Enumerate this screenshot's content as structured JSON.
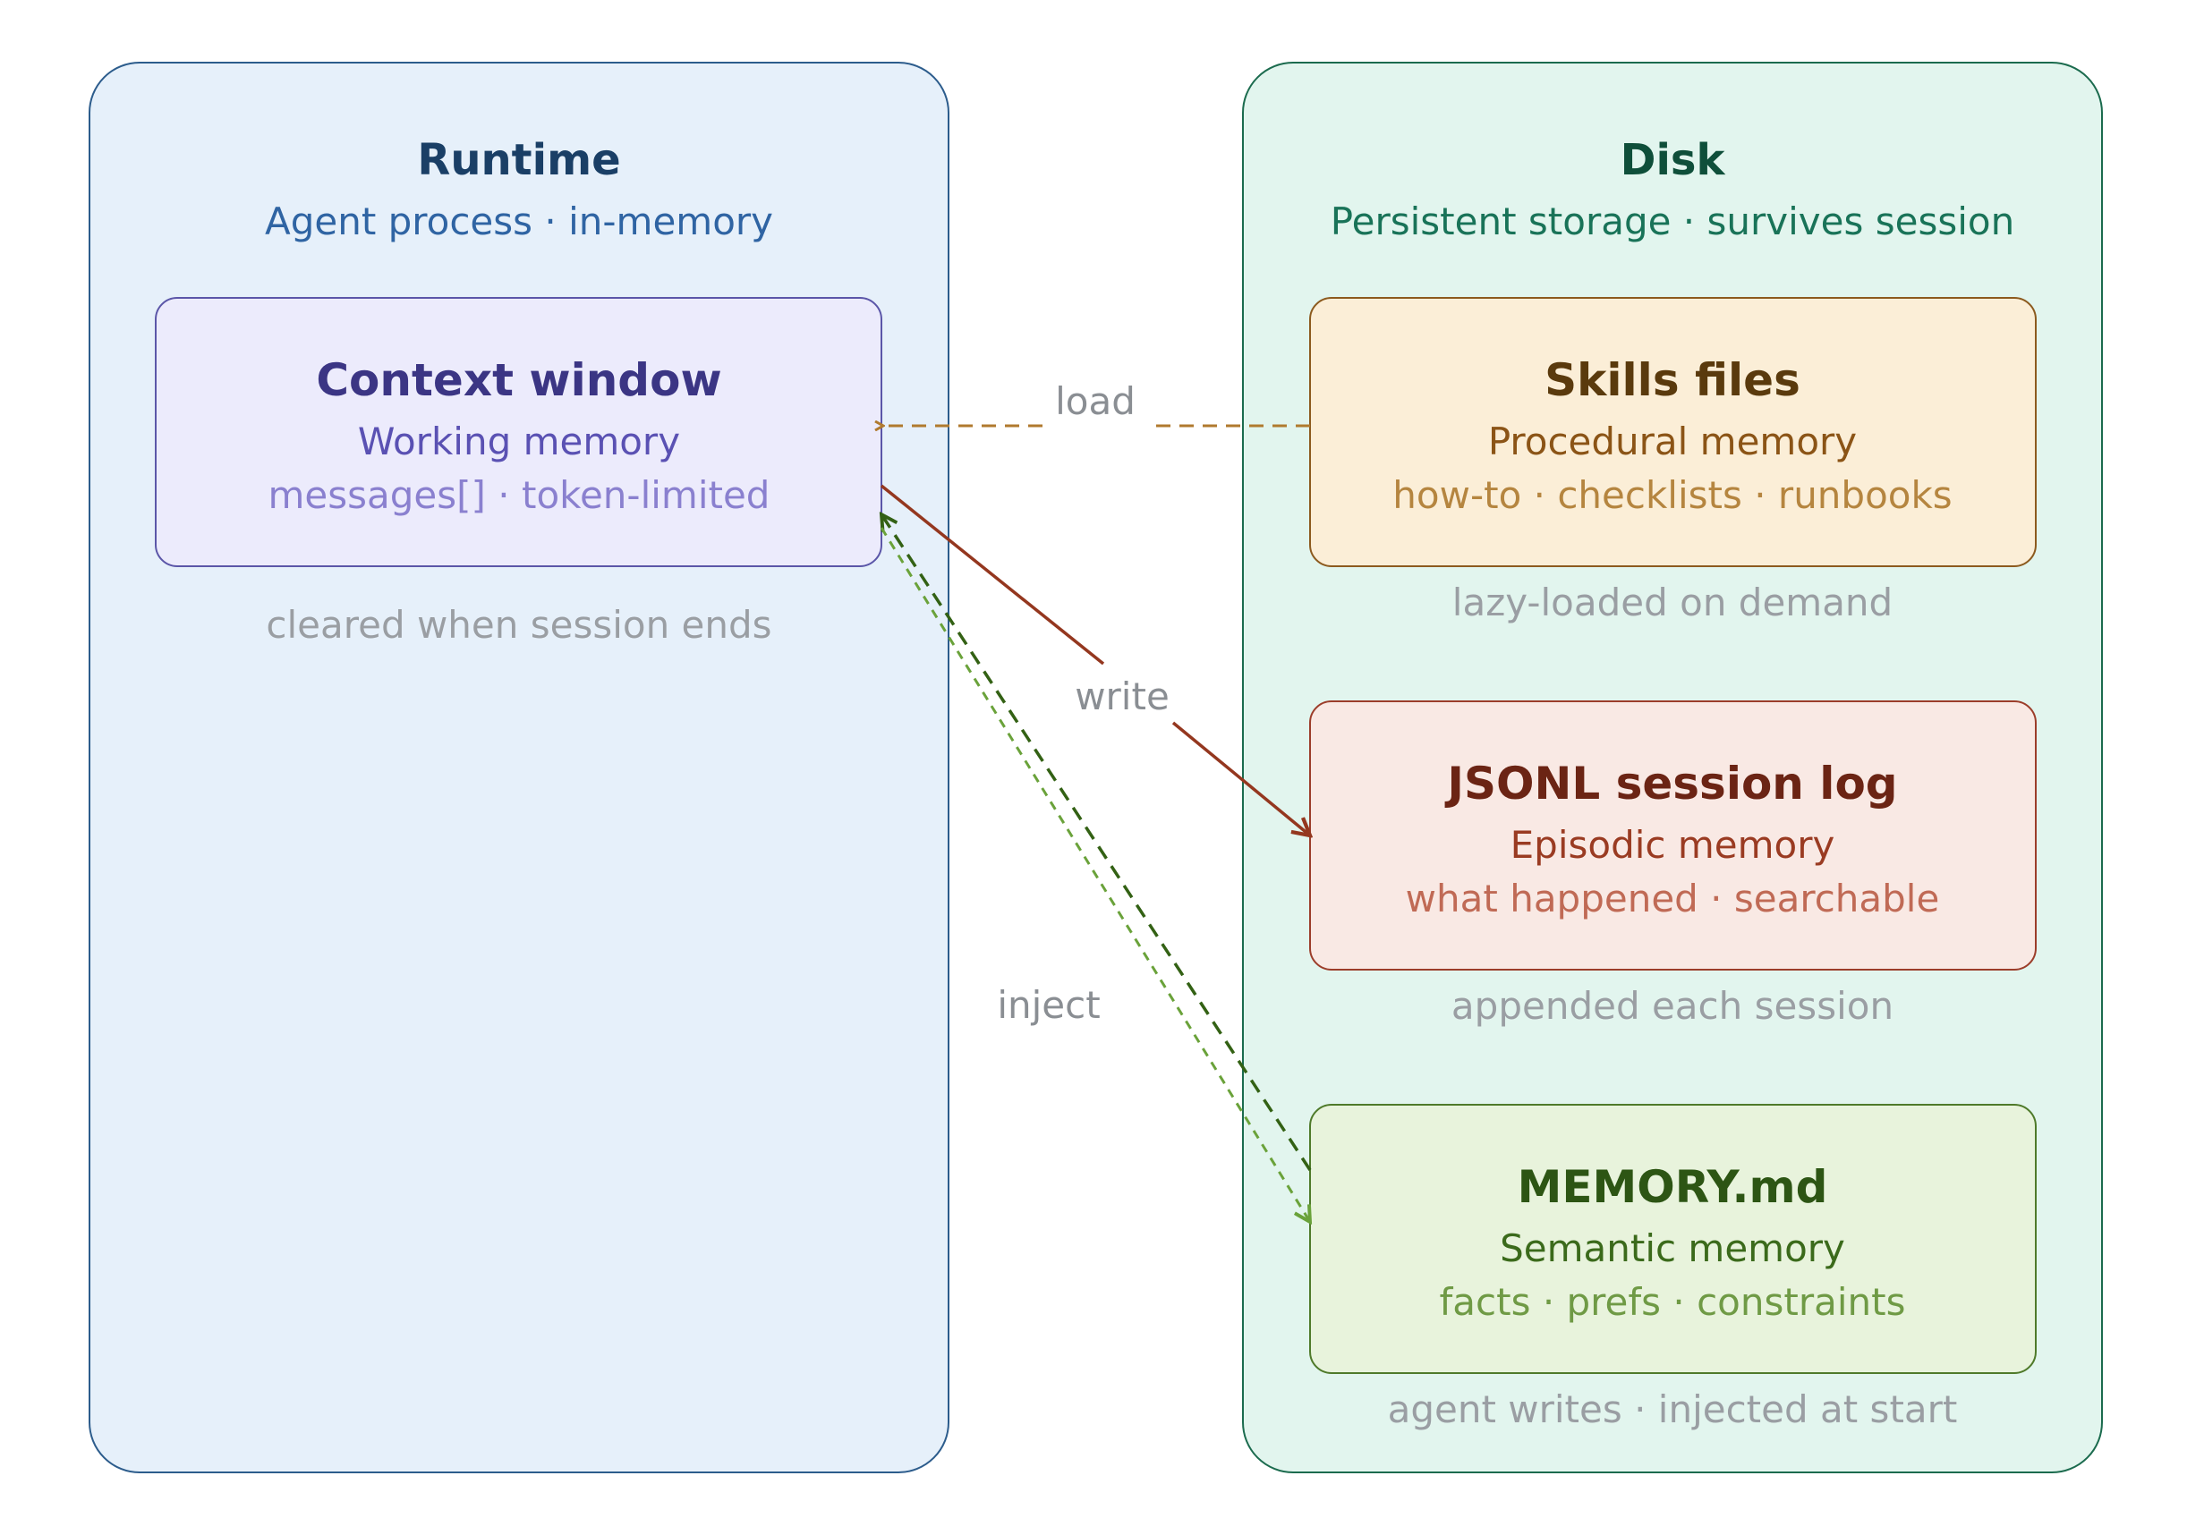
{
  "colors": {
    "runtime_fill": "#e6f0fa",
    "runtime_stroke": "#2c5c8c",
    "runtime_title": "#1a3f66",
    "runtime_sub": "#2f64a3",
    "disk_fill": "#e2f5ee",
    "disk_stroke": "#1b6b4e",
    "disk_title": "#0f4f3a",
    "disk_sub": "#197358",
    "context_fill": "#ecebfc",
    "context_stroke": "#5b56a8",
    "context_title": "#3b3584",
    "context_sub": "#5a51b3",
    "context_detail": "#8a80cf",
    "skills_fill": "#fbeed7",
    "skills_stroke": "#8c5a1e",
    "skills_title": "#5a3a0d",
    "skills_sub": "#8b5416",
    "skills_detail": "#b5853f",
    "jsonl_fill": "#f9e9e4",
    "jsonl_stroke": "#9c3d2a",
    "jsonl_title": "#6b2414",
    "jsonl_sub": "#9a3b22",
    "jsonl_detail": "#c06a55",
    "memory_fill": "#e8f3dc",
    "memory_stroke": "#4f7a2a",
    "memory_title": "#2d5514",
    "memory_sub": "#3b6a1b",
    "memory_detail": "#6f9a45",
    "edge_load": "#b07a2e",
    "edge_write": "#94371f",
    "edge_inject_dark": "#336114",
    "edge_inject_light": "#6aa23a"
  },
  "runtime": {
    "title": "Runtime",
    "subtitle": "Agent process · in-memory",
    "context": {
      "title": "Context window",
      "subtitle": "Working memory",
      "detail": "messages[] · token-limited",
      "note": "cleared when session ends"
    }
  },
  "disk": {
    "title": "Disk",
    "subtitle": "Persistent storage · survives session",
    "skills": {
      "title": "Skills files",
      "subtitle": "Procedural memory",
      "detail": "how-to · checklists · runbooks",
      "note": "lazy-loaded on demand"
    },
    "jsonl": {
      "title": "JSONL session log",
      "subtitle": "Episodic memory",
      "detail": "what happened · searchable",
      "note": "appended each session"
    },
    "memory": {
      "title": "MEMORY.md",
      "subtitle": "Semantic memory",
      "detail": "facts · prefs · constraints",
      "note": "agent writes · injected at start"
    }
  },
  "edges": {
    "load": "load",
    "write": "write",
    "inject": "inject"
  }
}
